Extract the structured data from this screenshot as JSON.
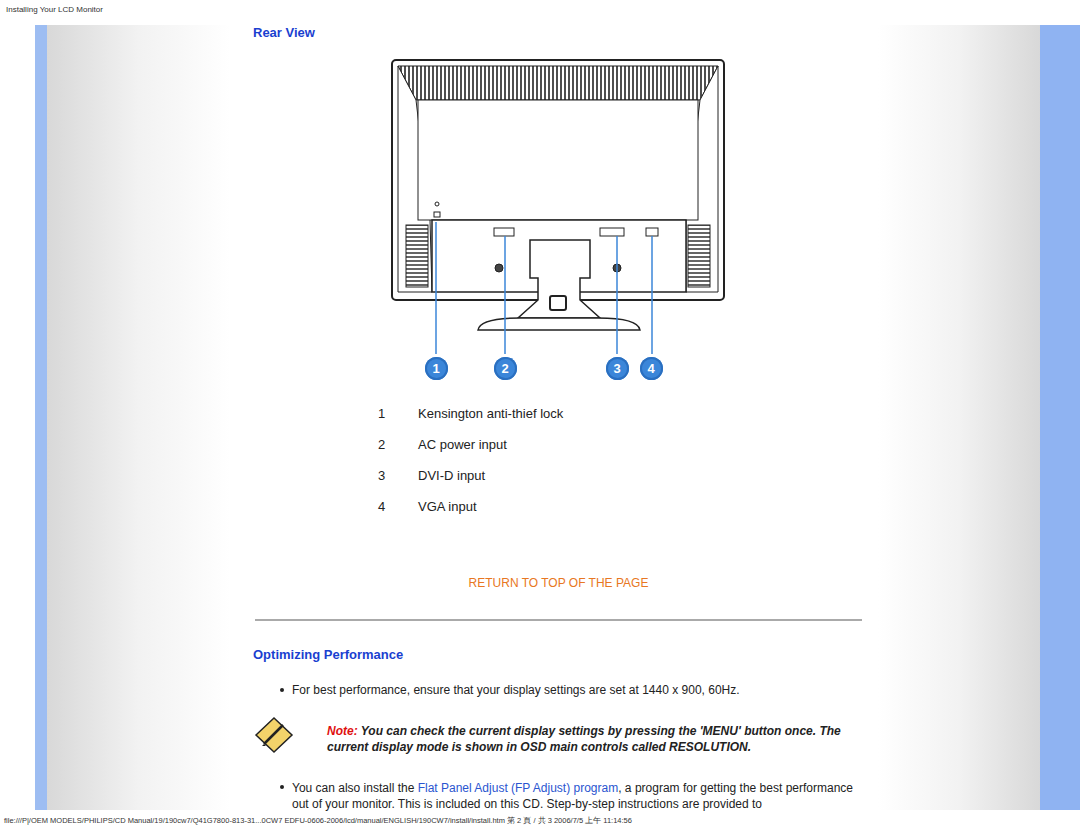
{
  "diagram": {
    "title": "Rear View",
    "nodes": [
      {
        "text": [
          "1"
        ]
      },
      {
        "text": [
          "2"
        ]
      },
      {
        "text": [
          "3"
        ]
      },
      {
        "text": [
          "4"
        ]
      }
    ],
    "labels": [
      "Installing Your LCD Monitor",
      "1",
      "Kensington anti-thief lock",
      "2",
      "AC power input",
      "3",
      "DVI-D input",
      "4",
      "VGA input",
      "RETURN TO TOP OF THE PAGE",
      "Optimizing Performance",
      "For best performance, ensure that your display settings are set at 1440 x 900, 60Hz.",
      "Note:",
      "You can check the current display settings by pressing the 'MENU' button once. The current display mode is shown in OSD main controls called RESOLUTION.",
      "You can also install the ",
      "Flat Panel Adjust (FP Adjust) program",
      ", a program for getting the best performance out of your monitor. This is included on this CD. Step-by-step instructions are provided to",
      "file:///P|/OEM MODELS/PHILIPS/CD Manual/19/190cw7/Q41G7800-813-31...0CW7 EDFU-0606-2006/lcd/manual/ENGLISH/190CW7/install/install.htm 第 2 頁 / 共 3 2006/7/5 上午 11:14:56"
    ]
  }
}
